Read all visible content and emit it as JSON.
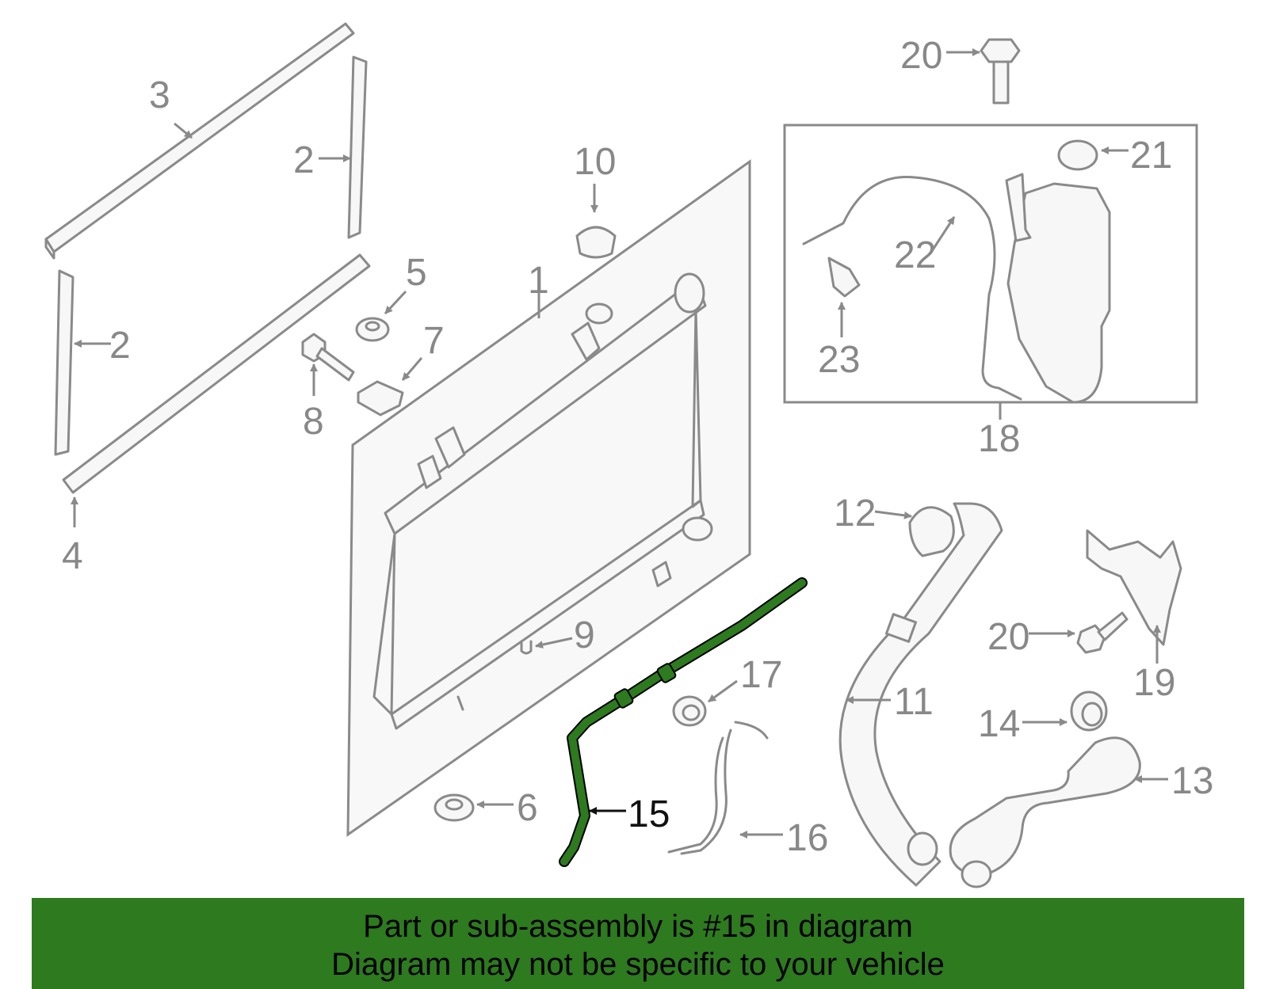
{
  "callouts": {
    "c1": "1",
    "c2a": "2",
    "c2b": "2",
    "c3": "3",
    "c4": "4",
    "c5": "5",
    "c6": "6",
    "c7": "7",
    "c8": "8",
    "c9": "9",
    "c10": "10",
    "c11": "11",
    "c12": "12",
    "c13": "13",
    "c14": "14",
    "c15": "15",
    "c16": "16",
    "c17": "17",
    "c18": "18",
    "c19": "19",
    "c20a": "20",
    "c20b": "20",
    "c21": "21",
    "c22": "22",
    "c23": "23"
  },
  "highlight": {
    "part": "15",
    "color": "#2d7a1f"
  },
  "banner": {
    "line1": "Part or sub-assembly is #15 in diagram",
    "line2": "Diagram may not be specific to your vehicle"
  }
}
